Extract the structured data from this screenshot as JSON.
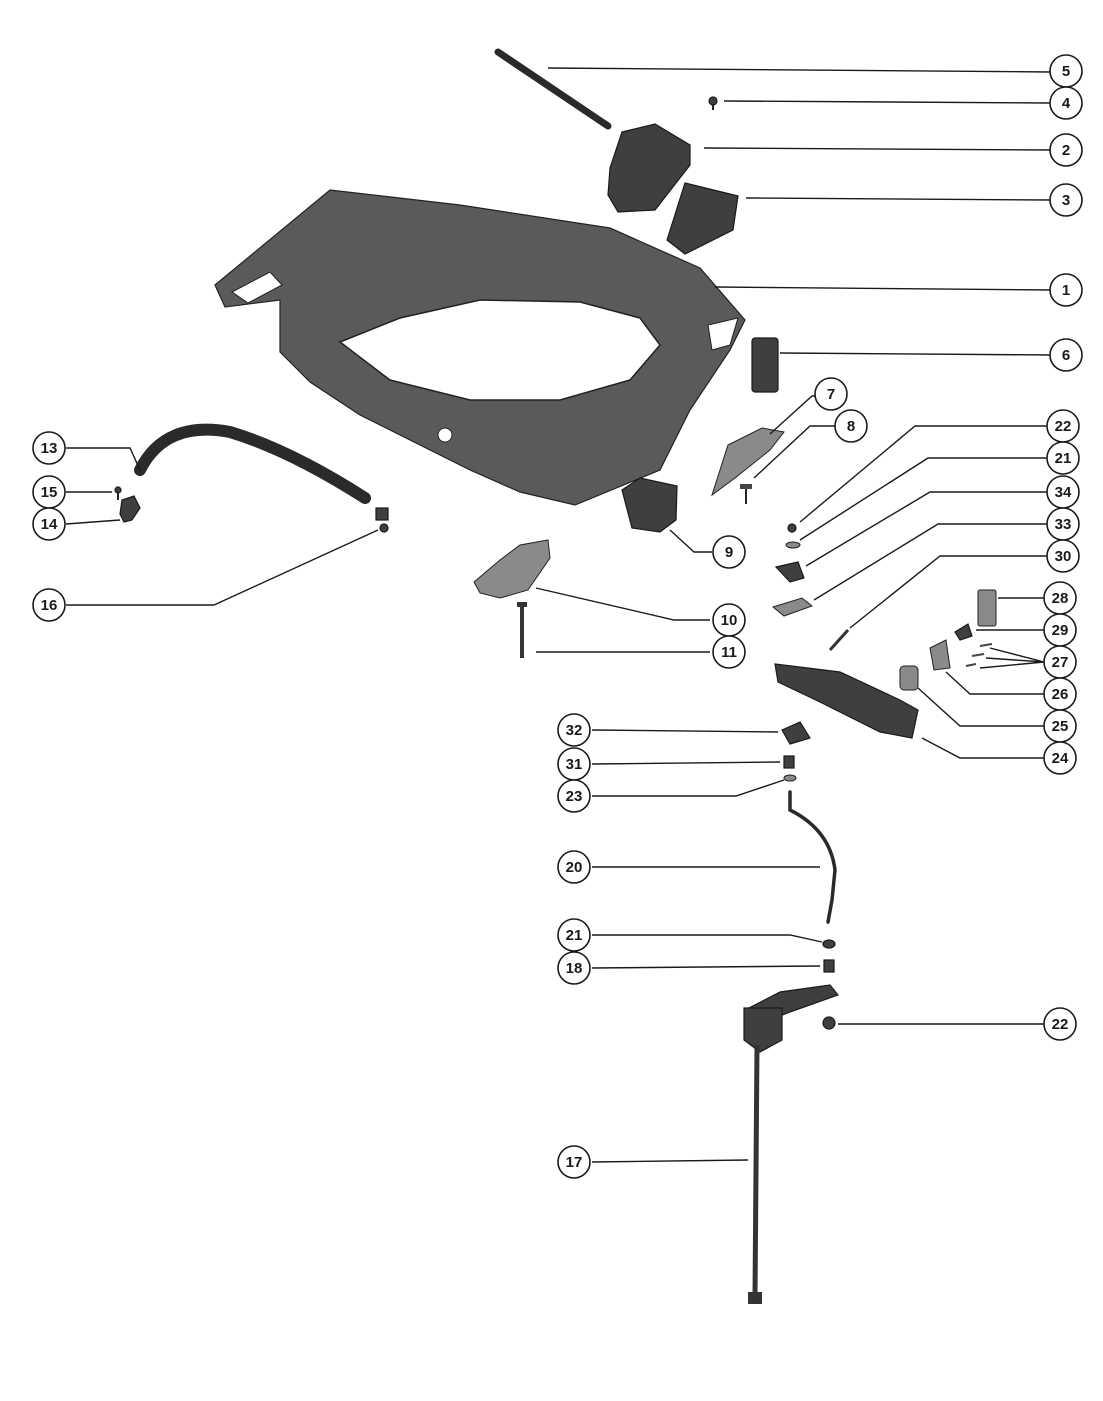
{
  "diagram": {
    "callouts": [
      {
        "id": "c5",
        "label": "5"
      },
      {
        "id": "c4",
        "label": "4"
      },
      {
        "id": "c2",
        "label": "2"
      },
      {
        "id": "c3",
        "label": "3"
      },
      {
        "id": "c1",
        "label": "1"
      },
      {
        "id": "c6",
        "label": "6"
      },
      {
        "id": "c7",
        "label": "7"
      },
      {
        "id": "c8",
        "label": "8"
      },
      {
        "id": "c22a",
        "label": "22"
      },
      {
        "id": "c21a",
        "label": "21"
      },
      {
        "id": "c34",
        "label": "34"
      },
      {
        "id": "c33",
        "label": "33"
      },
      {
        "id": "c30",
        "label": "30"
      },
      {
        "id": "c28",
        "label": "28"
      },
      {
        "id": "c29",
        "label": "29"
      },
      {
        "id": "c27",
        "label": "27"
      },
      {
        "id": "c26",
        "label": "26"
      },
      {
        "id": "c25",
        "label": "25"
      },
      {
        "id": "c24",
        "label": "24"
      },
      {
        "id": "c13",
        "label": "13"
      },
      {
        "id": "c15",
        "label": "15"
      },
      {
        "id": "c14",
        "label": "14"
      },
      {
        "id": "c16",
        "label": "16"
      },
      {
        "id": "c9",
        "label": "9"
      },
      {
        "id": "c10",
        "label": "10"
      },
      {
        "id": "c11",
        "label": "11"
      },
      {
        "id": "c32",
        "label": "32"
      },
      {
        "id": "c31",
        "label": "31"
      },
      {
        "id": "c23",
        "label": "23"
      },
      {
        "id": "c20",
        "label": "20"
      },
      {
        "id": "c21b",
        "label": "21"
      },
      {
        "id": "c18",
        "label": "18"
      },
      {
        "id": "c22b",
        "label": "22"
      },
      {
        "id": "c17",
        "label": "17"
      }
    ]
  }
}
